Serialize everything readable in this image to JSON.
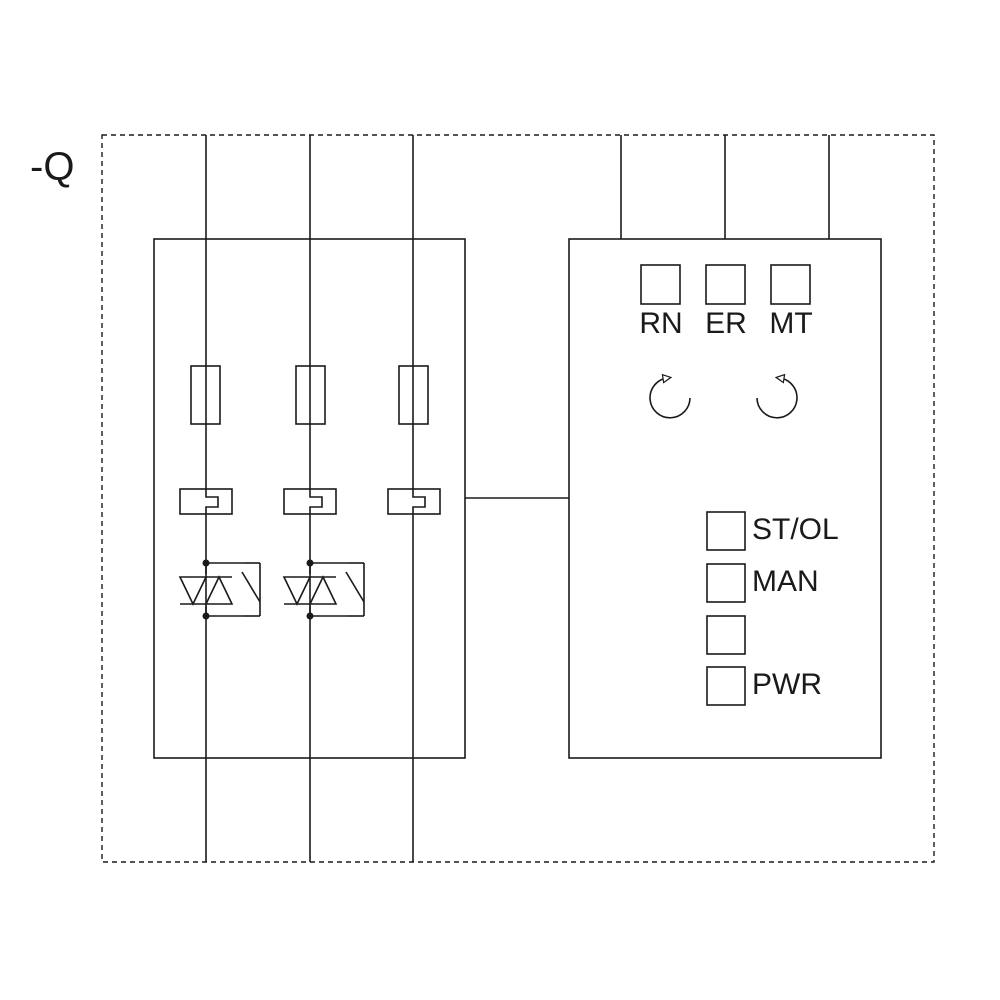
{
  "designation": "-Q",
  "indicators_top": [
    {
      "label": "RN"
    },
    {
      "label": "ER"
    },
    {
      "label": "MT"
    }
  ],
  "indicators_side": [
    {
      "label": "ST/OL"
    },
    {
      "label": "MAN"
    },
    {
      "label": ""
    },
    {
      "label": "PWR"
    }
  ],
  "rotation_icons": [
    "rotate-clockwise-icon",
    "rotate-counterclockwise-icon"
  ],
  "power_phases": 3,
  "switched_phases": 2,
  "control_terminals": 3,
  "colors": {
    "line": "#1a1a1a",
    "background": "#ffffff"
  }
}
